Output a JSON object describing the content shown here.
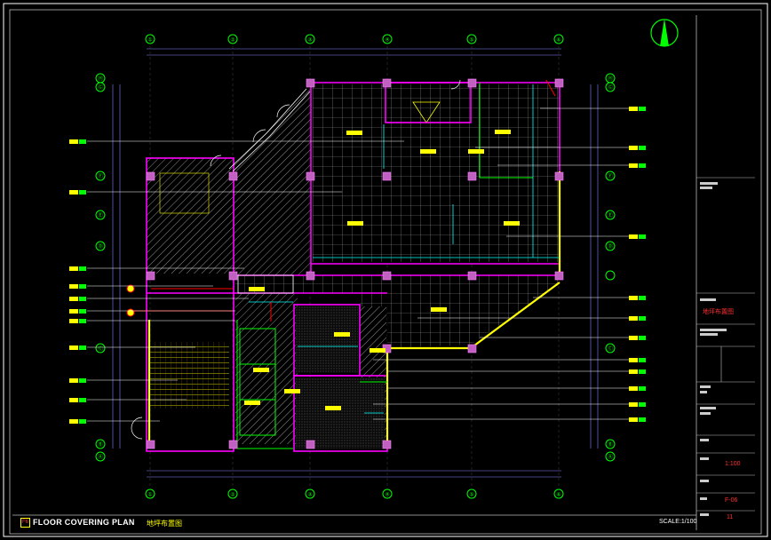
{
  "drawing": {
    "title_en": "FLOOR COVERING PLAN",
    "title_cn": "地坪布置图",
    "scale": "SCALE:1/100",
    "badge": "F6"
  },
  "title_block": {
    "drawing_name": "地坪布置图",
    "scale_value": "1:100",
    "sheet_code": "F-06",
    "sheet_no": "11"
  },
  "grid": {
    "top_labels": [
      "①",
      "②",
      "③",
      "④",
      "⑤",
      "⑥"
    ],
    "bottom_labels": [
      "①",
      "②",
      "③",
      "④",
      "⑤",
      "⑥"
    ],
    "left_labels": [
      "Ⓗ",
      "Ⓖ",
      "Ⓕ",
      "Ⓔ",
      "Ⓓ",
      "Ⓒ",
      "Ⓑ",
      "Ⓐ"
    ],
    "right_labels": [
      "Ⓗ",
      "Ⓖ",
      "Ⓕ",
      "Ⓔ",
      "Ⓓ",
      "Ⓒ",
      "Ⓑ",
      "Ⓐ"
    ]
  },
  "colors": {
    "background": "#000000",
    "wall_yellow": "#ffff00",
    "magenta": "#ff00ff",
    "green": "#00ff00",
    "cyan": "#00ffff",
    "white": "#ffffff",
    "red": "#ff0000",
    "grey": "#808080"
  }
}
